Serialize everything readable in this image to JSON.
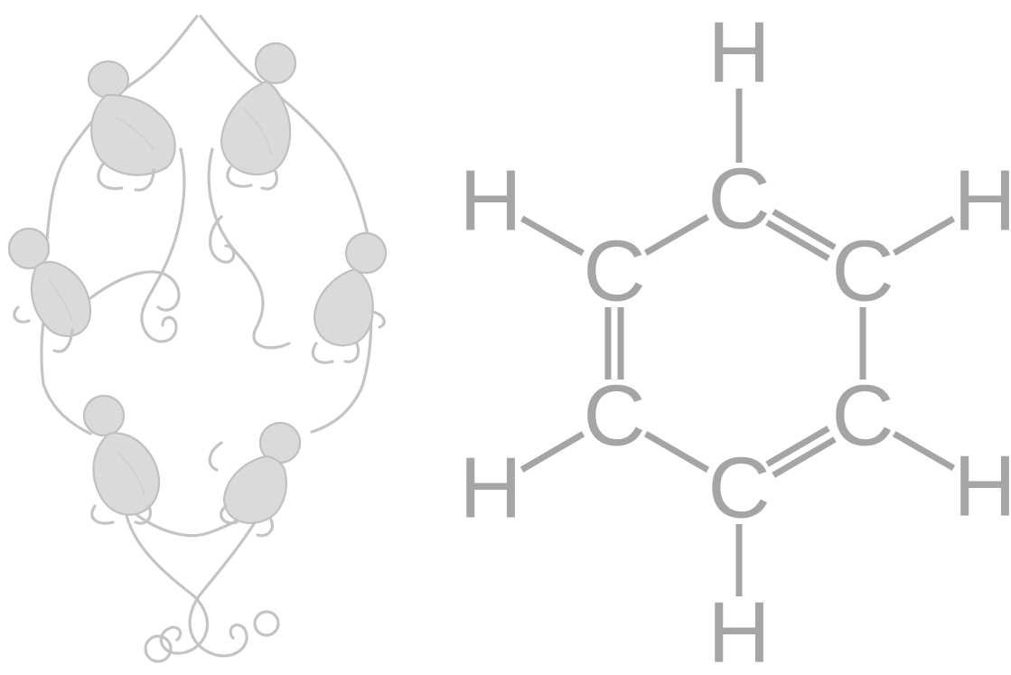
{
  "illustration": {
    "subject": "monkeys-ring-icon"
  },
  "molecule": {
    "atoms": {
      "c_top": "C",
      "c_upper_right": "C",
      "c_lower_right": "C",
      "c_bottom": "C",
      "c_lower_left": "C",
      "c_upper_left": "C",
      "h_top": "H",
      "h_upper_right": "H",
      "h_lower_right": "H",
      "h_bottom": "H",
      "h_lower_left": "H",
      "h_upper_left": "H"
    },
    "atom_color": "#a5a5a5",
    "bonds": [
      {
        "from": "c_top",
        "to": "c_upper_right",
        "order": 2
      },
      {
        "from": "c_upper_right",
        "to": "c_lower_right",
        "order": 1
      },
      {
        "from": "c_lower_right",
        "to": "c_bottom",
        "order": 2
      },
      {
        "from": "c_bottom",
        "to": "c_lower_left",
        "order": 1
      },
      {
        "from": "c_lower_left",
        "to": "c_upper_left",
        "order": 2
      },
      {
        "from": "c_upper_left",
        "to": "c_top",
        "order": 1
      },
      {
        "from": "c_top",
        "to": "h_top",
        "order": 1
      },
      {
        "from": "c_upper_right",
        "to": "h_upper_right",
        "order": 1
      },
      {
        "from": "c_lower_right",
        "to": "h_lower_right",
        "order": 1
      },
      {
        "from": "c_bottom",
        "to": "h_bottom",
        "order": 1
      },
      {
        "from": "c_lower_left",
        "to": "h_lower_left",
        "order": 1
      },
      {
        "from": "c_upper_left",
        "to": "h_upper_left",
        "order": 1
      }
    ]
  }
}
